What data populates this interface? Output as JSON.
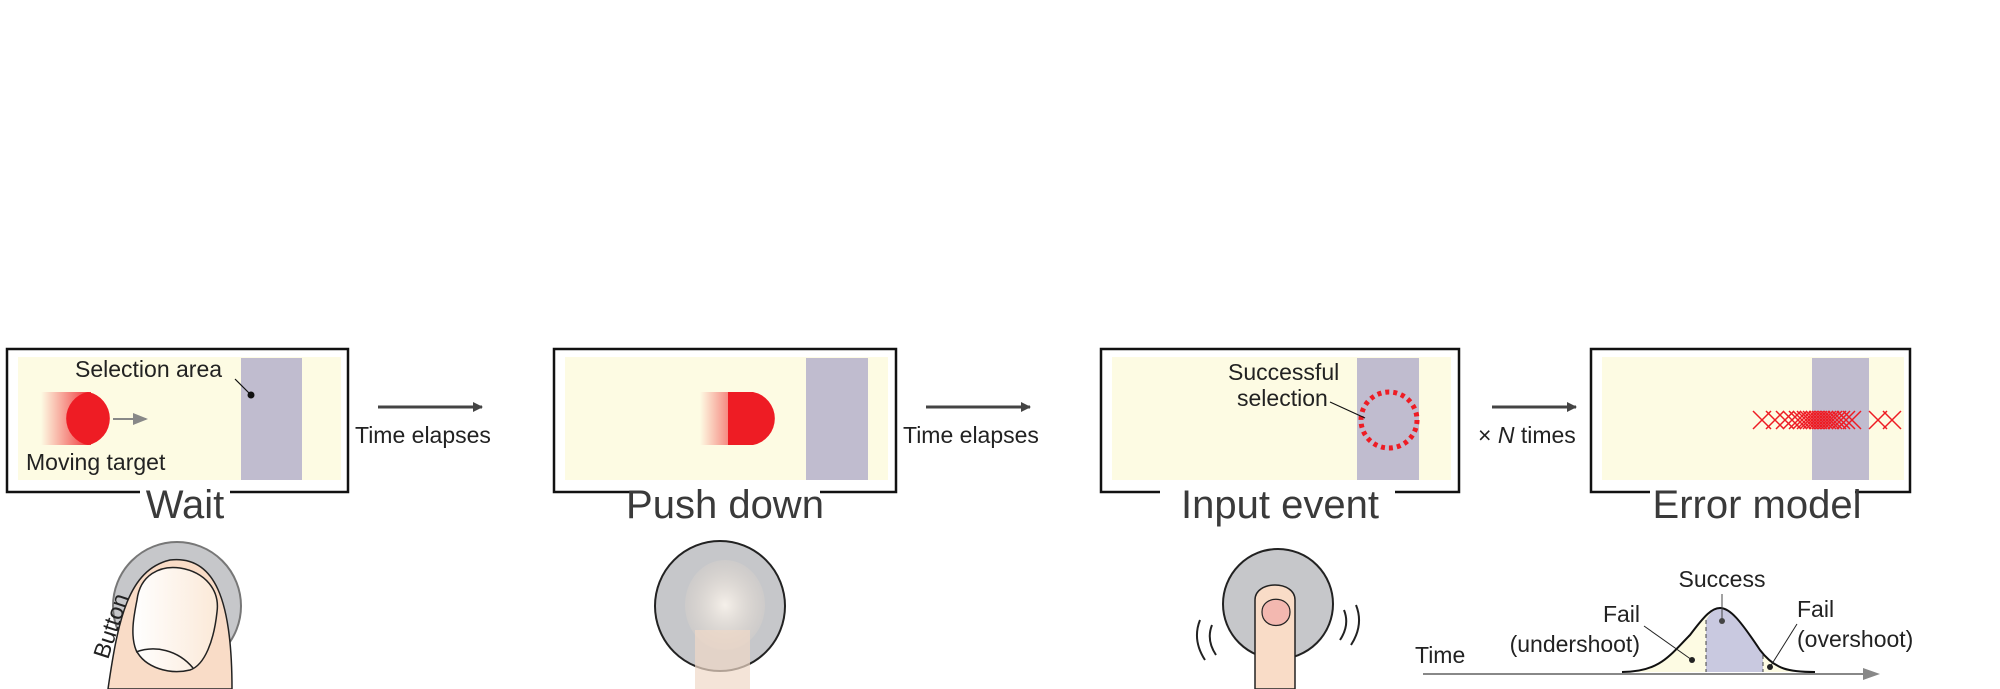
{
  "steps": [
    {
      "title": "Wait",
      "labels": {
        "selection_area": "Selection area",
        "moving_target": "Moving target",
        "button": "Button"
      }
    },
    {
      "title": "Push down"
    },
    {
      "title": "Input event",
      "labels": {
        "successful_line1": "Successful",
        "successful_line2": "selection"
      }
    },
    {
      "title": "Error model"
    }
  ],
  "transitions": [
    "Time elapses",
    "Time elapses",
    "× N times"
  ],
  "transition3_parts": {
    "prefix": "× ",
    "n": "N",
    "suffix": " times"
  },
  "distribution": {
    "axis_label": "Time",
    "success": "Success",
    "fail_under_1": "Fail",
    "fail_under_2": "(undershoot)",
    "fail_over_1": "Fail",
    "fail_over_2": "(overshoot)"
  },
  "colors": {
    "panel_fill": "#fdfbe3",
    "selection_area": "#c0bccf",
    "target": "#ee1c24",
    "success_fill": "#c9c9e0",
    "skin": "#f9dcc7"
  }
}
